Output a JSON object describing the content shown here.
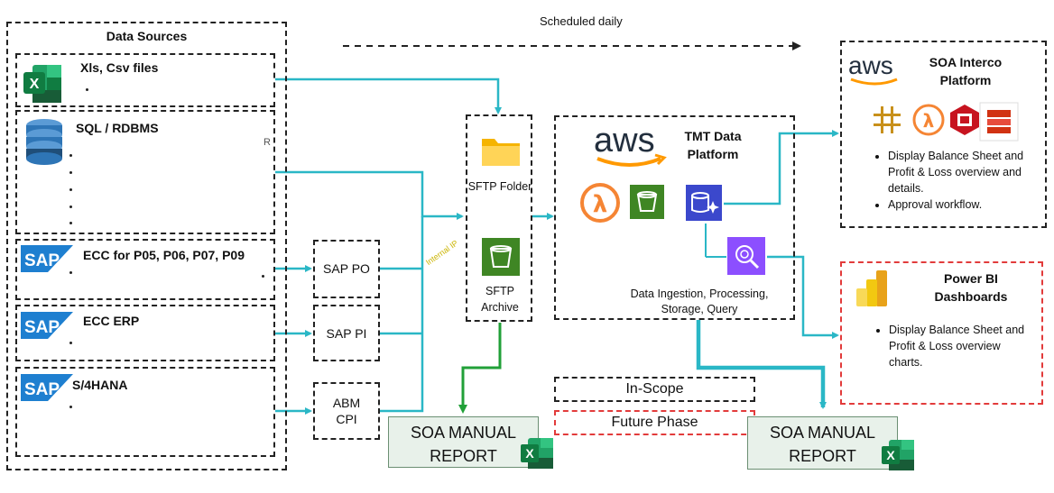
{
  "header": {
    "schedule_label": "Scheduled daily"
  },
  "data_sources": {
    "title": "Data Sources",
    "items": [
      {
        "label": "Xls, Csv files",
        "icon": "excel-icon"
      },
      {
        "label": "SQL / RDBMS",
        "icon": "database-icon",
        "trailing_text": "R"
      },
      {
        "label": "ECC for P05, P06, P07, P09",
        "icon": "sap-logo-icon"
      },
      {
        "label": "ECC ERP",
        "icon": "sap-logo-icon"
      },
      {
        "label": "S/4HANA",
        "icon": "sap-logo-icon"
      }
    ]
  },
  "middleware": [
    {
      "label": "SAP PO"
    },
    {
      "label": "SAP PI"
    },
    {
      "label": "ABM\nCPI"
    }
  ],
  "sftp": {
    "folder_label": "SFTP Folder",
    "archive_label": "SFTP Archive",
    "internal_label": "Internal IP"
  },
  "tmt": {
    "logo_text": "aws",
    "title": "TMT Data Platform",
    "caption": "Data Ingestion, Processing, Storage, Query"
  },
  "soa_interco": {
    "logo_text": "aws",
    "title": "SOA Interco Platform",
    "bullets": [
      "Display Balance Sheet and Profit & Loss overview and details.",
      "Approval workflow."
    ]
  },
  "power_bi": {
    "title": "Power BI Dashboards",
    "bullets": [
      "Display Balance Sheet and Profit & Loss overview charts."
    ]
  },
  "legend": {
    "in_scope": "In-Scope",
    "future_phase": "Future Phase"
  },
  "reports": [
    {
      "label": "SOA MANUAL REPORT"
    },
    {
      "label": "SOA MANUAL REPORT"
    }
  ],
  "colors": {
    "teal": "#2ab7c6",
    "green": "#21a038",
    "red_dash": "#e23b3b",
    "aws_orange": "#f90"
  }
}
